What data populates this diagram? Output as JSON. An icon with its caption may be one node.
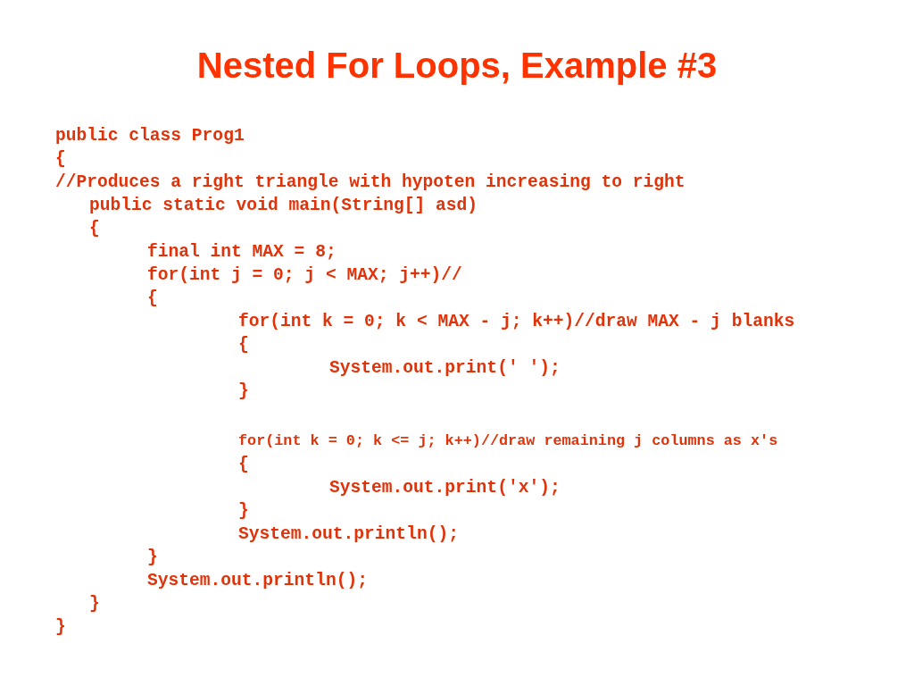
{
  "diagram": {
    "title": "Nested For Loops, Example #3",
    "labels": [
      "public class Prog1",
      "{",
      "//Produces a right triangle with hypoten increasing to right",
      "public static void main(String[] asd)",
      "{",
      "final int MAX = 8;",
      "for(int j = 0; j < MAX; j++)//",
      "{",
      "for(int k = 0; k < MAX - j; k++)//draw MAX - j blanks",
      "{",
      "System.out.print(' ');",
      "}",
      "for(int k = 0; k <= j; k++)//draw remaining j columns as x's",
      "{",
      "System.out.print('x');",
      "}",
      "System.out.println();",
      "}",
      "System.out.println();",
      "}",
      "}"
    ]
  }
}
